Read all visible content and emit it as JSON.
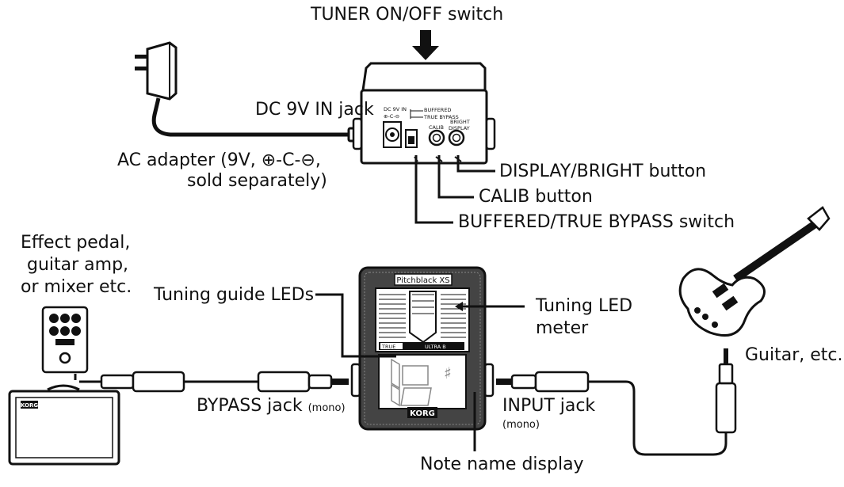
{
  "labels": {
    "tuner_switch": "TUNER ON/OFF switch",
    "dc_jack": "DC 9V IN jack",
    "ac_adapter_line1": "AC adapter (9V, ⊕-C-⊖,",
    "ac_adapter_line2": "sold separately)",
    "display_button": "DISPLAY/BRIGHT button",
    "calib_button": "CALIB button",
    "bypass_switch": "BUFFERED/TRUE BYPASS switch",
    "effect_line1": "Effect pedal,",
    "effect_line2": "guitar amp,",
    "effect_line3": "or mixer etc.",
    "tuning_guide": "Tuning guide LEDs",
    "tuning_meter_line1": "Tuning LED",
    "tuning_meter_line2": "meter",
    "guitar": "Guitar, etc.",
    "bypass_jack": "BYPASS jack",
    "bypass_jack_note": "(mono)",
    "input_jack": "INPUT jack",
    "input_jack_note": "(mono)",
    "note_display": "Note name display"
  },
  "device_markings": {
    "model_name": "Pitchblack XS",
    "brand": "KORG",
    "amp_brand": "KORG",
    "rear_dc": "DC 9V IN",
    "rear_buffered": "BUFFERED",
    "rear_true_bypass": "TRUE BYPASS",
    "rear_calib": "CALIB",
    "rear_bright": "BRIGHT",
    "rear_display": "DISPLAY",
    "meter_left": "TRUE",
    "meter_right": "ULTRA B"
  }
}
